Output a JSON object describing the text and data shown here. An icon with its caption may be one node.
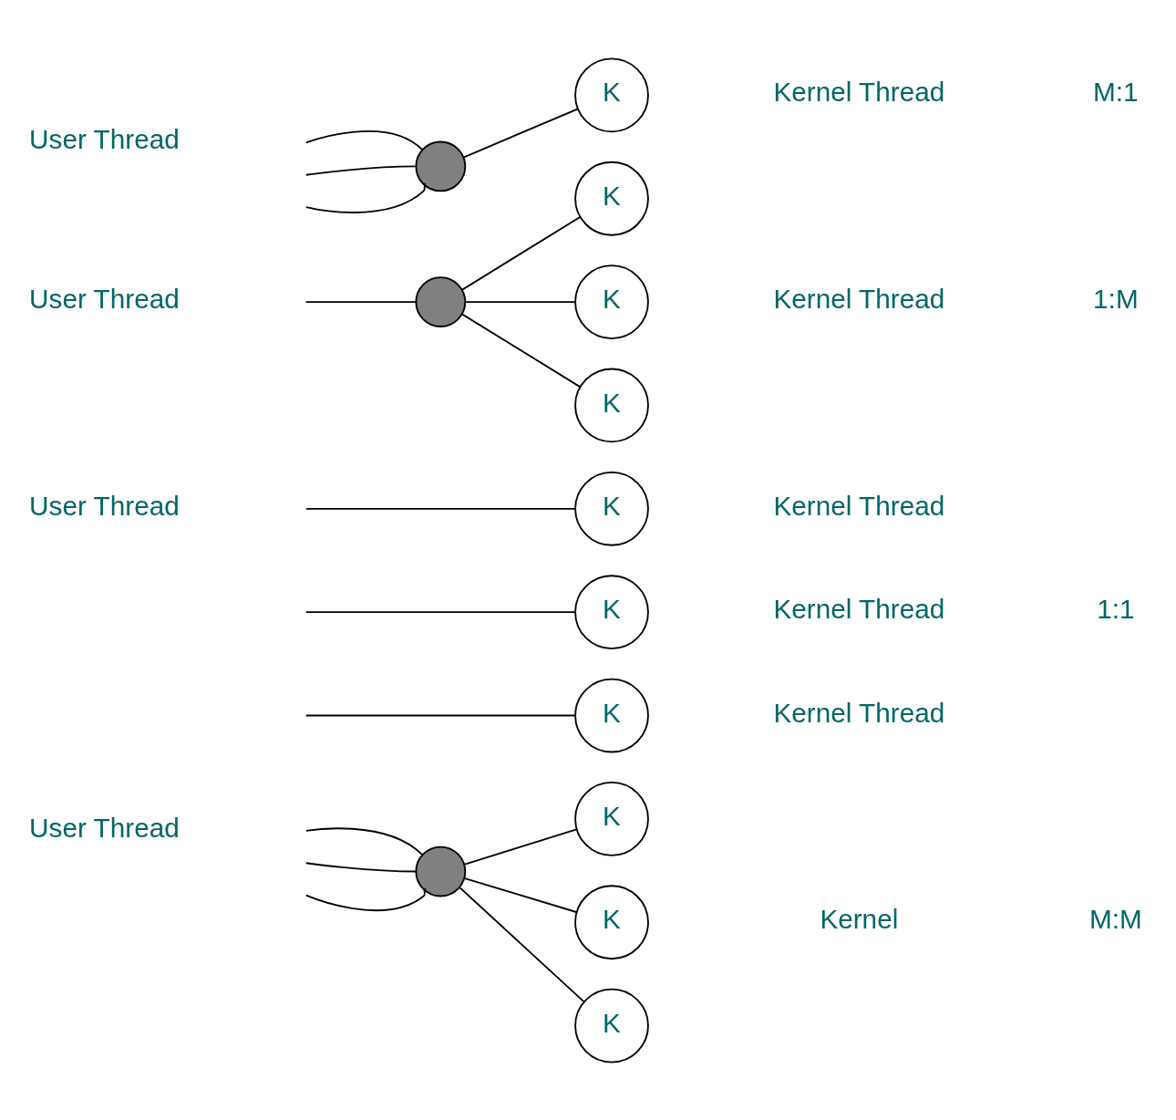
{
  "diagram": {
    "nodes": [
      {
        "text": [],
        "shape": "circle"
      },
      {
        "text": [
          "K"
        ]
      },
      {
        "text": [],
        "shape": "circle"
      },
      {
        "text": [
          "K"
        ]
      },
      {
        "text": [
          "K"
        ]
      },
      {
        "text": [
          "K"
        ]
      },
      {
        "text": [
          "K"
        ]
      },
      {
        "text": [
          "K"
        ]
      },
      {
        "text": [
          "K"
        ]
      },
      {
        "text": [],
        "shape": "circle"
      },
      {
        "text": [
          "K"
        ]
      },
      {
        "text": [
          "K"
        ]
      },
      {
        "text": [
          "K"
        ]
      }
    ],
    "edges": [
      {
        "from": null,
        "to": 0,
        "arrow": "none"
      },
      {
        "from": null,
        "to": 0,
        "arrow": "none"
      },
      {
        "from": null,
        "to": 0,
        "arrow": "none"
      },
      {
        "from": 0,
        "to": 1,
        "arrow": "none"
      },
      {
        "from": null,
        "to": 2,
        "arrow": "none"
      },
      {
        "from": 2,
        "to": 3,
        "arrow": "none"
      },
      {
        "from": 2,
        "to": 4,
        "arrow": "none"
      },
      {
        "from": 2,
        "to": 5,
        "arrow": "none"
      },
      {
        "from": null,
        "to": 6,
        "arrow": "none"
      },
      {
        "from": null,
        "to": 7,
        "arrow": "none"
      },
      {
        "from": null,
        "to": 8,
        "arrow": "none"
      },
      {
        "from": null,
        "to": 9,
        "arrow": "none"
      },
      {
        "from": null,
        "to": 9,
        "arrow": "none"
      },
      {
        "from": null,
        "to": 9,
        "arrow": "none"
      },
      {
        "from": 9,
        "to": 10,
        "arrow": "none"
      },
      {
        "from": 9,
        "to": 11,
        "arrow": "none"
      },
      {
        "from": 9,
        "to": 12,
        "arrow": "none"
      }
    ],
    "labels": [
      "User Thread",
      "Kernel Thread",
      "M:1",
      "User Thread",
      "Kernel Thread",
      "1:M",
      "User Thread",
      "Kernel Thread",
      "Kernel Thread",
      "1:1",
      "Kernel Thread",
      "User Thread",
      "Kernel",
      "M:M"
    ]
  }
}
